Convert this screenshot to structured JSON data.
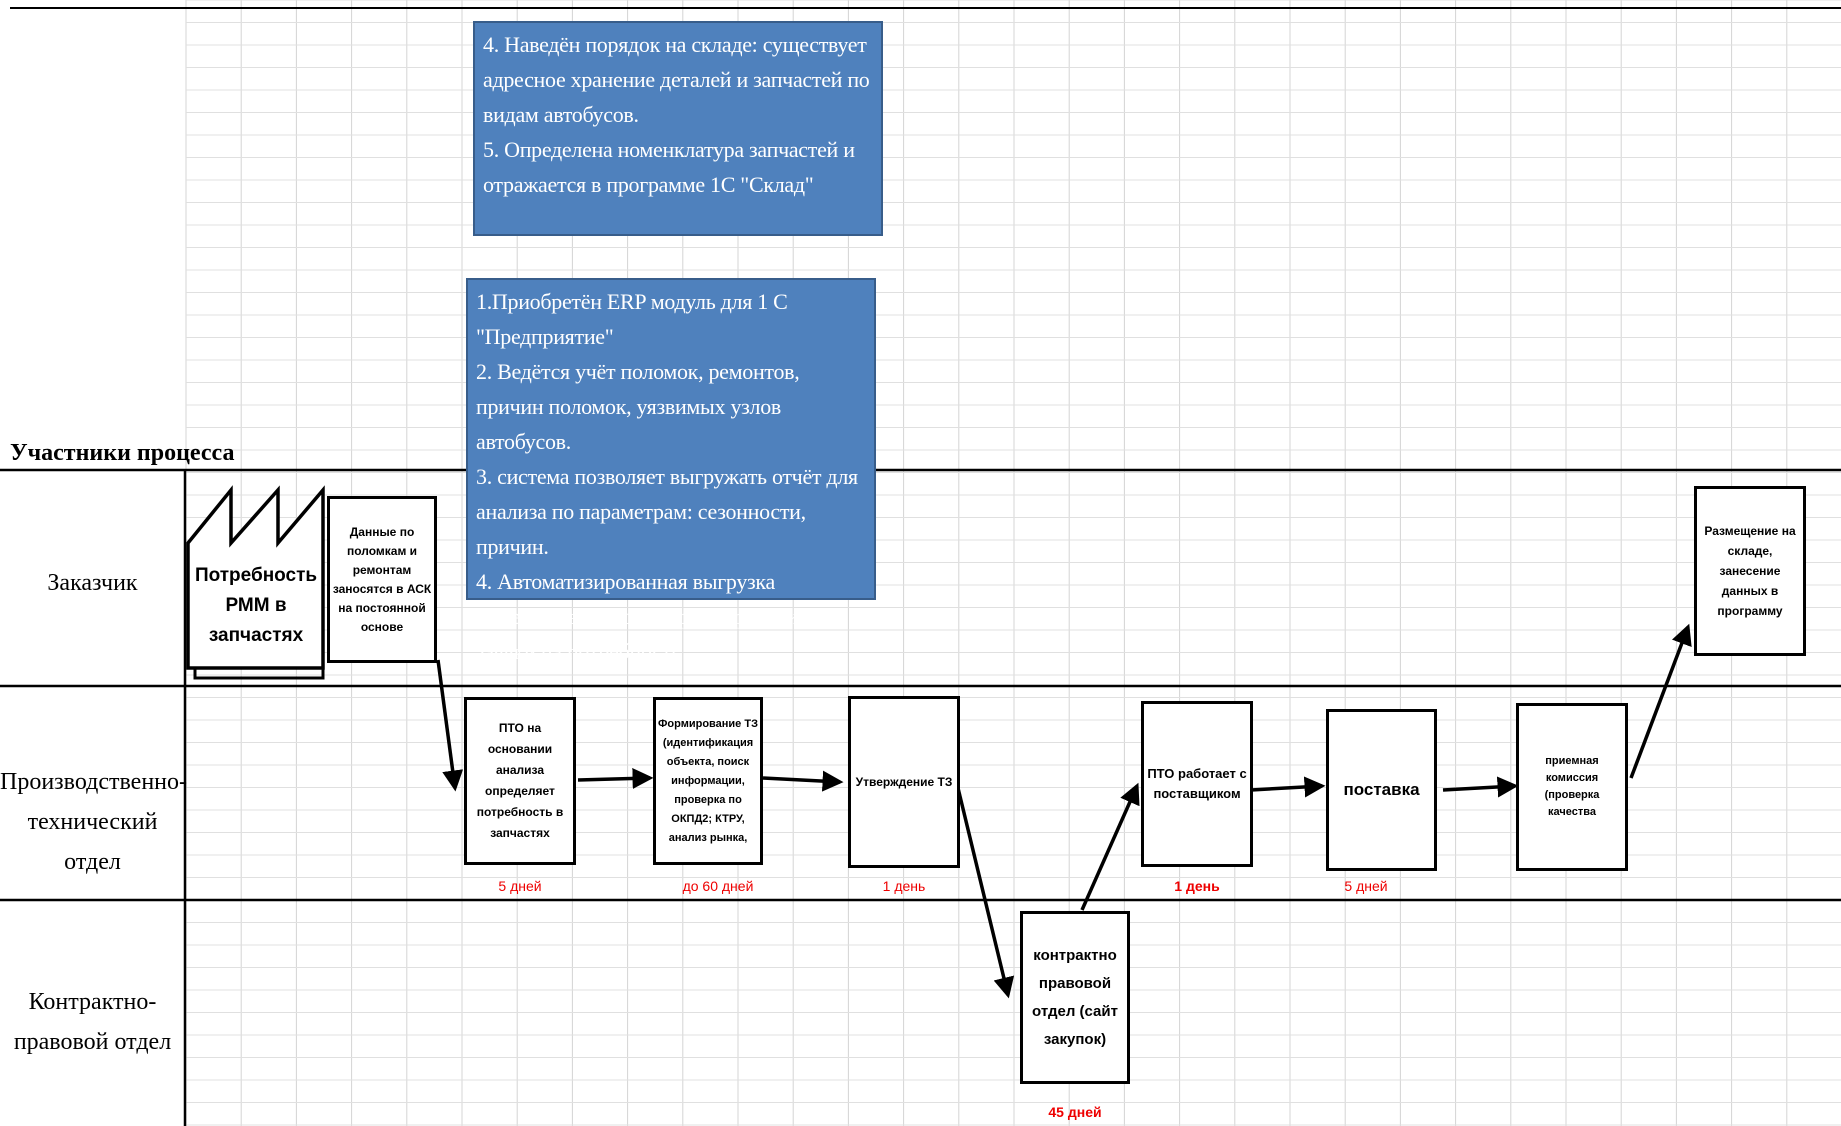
{
  "title": "Участники процесса",
  "lanes": {
    "customer": "Заказчик",
    "pto": "Производственно-\nтехнический отдел",
    "legal": "Контрактно-\nправовой отдел"
  },
  "notes": {
    "warehouse": "4. Наведён порядок на складе: существует адресное хранение деталей и запчастей по видам автобусов.\n5. Определена номенклатура запчастей и отражается в программе 1С \"Склад\"",
    "erp": "1.Приобретён ERP модуль для 1 С \"Предприятие\"\n2. Ведётся учёт поломок, ремонтов, причин поломок, уязвимых узлов автобусов.\n3. система позволяет выгружать отчёт для анализа по параметрам: сезонности, причин.\n4. Автоматизированная выгрузка дефетной ведомости, формирование заявки на потребность"
  },
  "steps": {
    "need": "Потребность РММ в запчастях",
    "data": "Данные по поломкам и ремонтам заносятся в АСК на постоянной основе",
    "pto_analysis": "ПТО на основании анализа определяет потребность в запчастях",
    "tz_form": "Формирование ТЗ (идентификация объекта, поиск информации, проверка по ОКПД2; КТРУ, анализ рынка,",
    "tz_approve": "Утверждение ТЗ",
    "legal": "контрактно правовой отдел (сайт закупок)",
    "supplier": "ПТО работает с поставщиком",
    "delivery": "поставка",
    "commission": "приемная комиссия (проверка качества",
    "storage": "Размещение на складе, занесение данных в программу"
  },
  "durations": {
    "pto_analysis": "5 дней",
    "tz_form": "до 60 дней",
    "tz_approve": "1 день",
    "supplier": "1 день",
    "delivery": "5 дней",
    "legal": "45 дней"
  }
}
